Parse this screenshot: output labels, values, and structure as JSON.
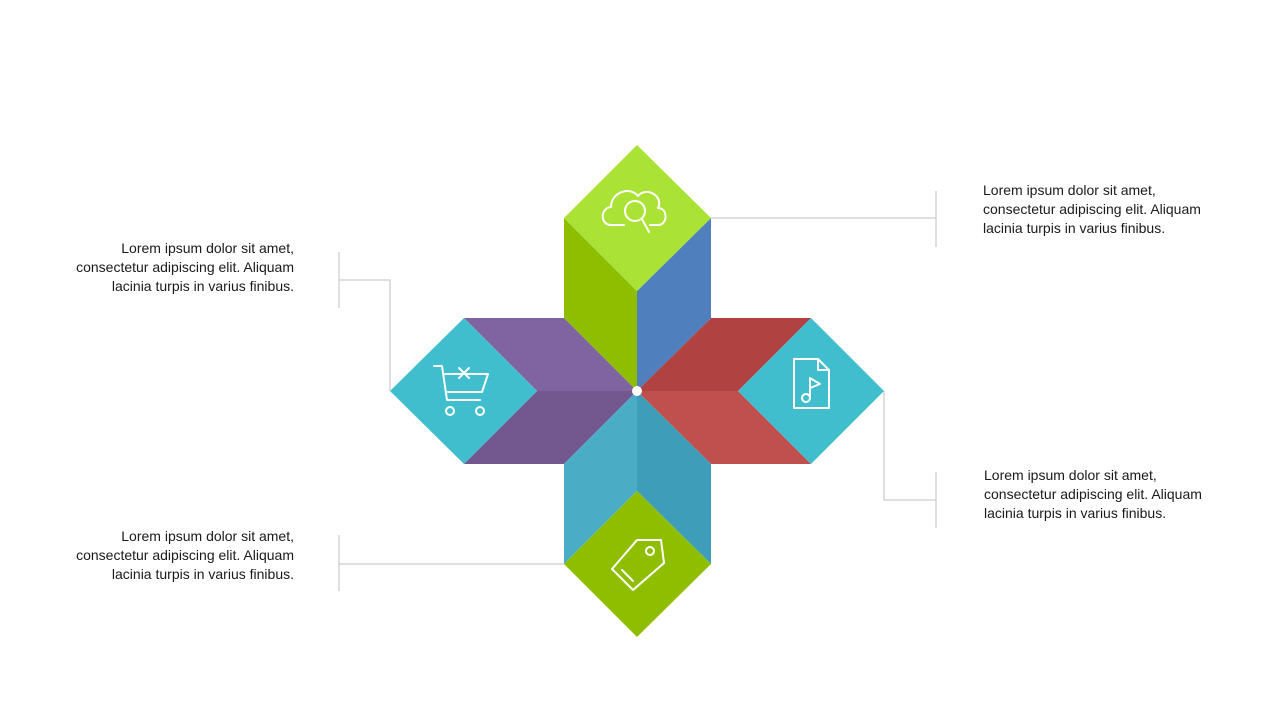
{
  "colors": {
    "green_light": "#ABE236",
    "green": "#8FBE00",
    "blue": "#4F80BD",
    "purple_light": "#8064A2",
    "purple_dark": "#735890",
    "red_dark": "#B04341",
    "red_light": "#C0504D",
    "teal": "#41BECD",
    "teal_blue_light": "#4BACC6",
    "teal_blue_dark": "#3E9DB9",
    "connector": "#BFBFBF"
  },
  "callouts": {
    "top_left": {
      "icon": "shopping-cart-remove-icon",
      "lines": [
        "Lorem ipsum dolor sit amet,",
        "consectetur adipiscing elit. Aliquam",
        "lacinia turpis in varius finibus."
      ]
    },
    "top_right": {
      "icon": "cloud-search-icon",
      "lines": [
        "Lorem ipsum dolor sit amet,",
        "consectetur adipiscing elit. Aliquam",
        "lacinia turpis in varius finibus."
      ]
    },
    "bottom_left": {
      "icon": "price-tag-icon",
      "lines": [
        "Lorem ipsum dolor sit amet,",
        "consectetur adipiscing elit. Aliquam",
        "lacinia turpis in varius finibus."
      ]
    },
    "bottom_right": {
      "icon": "music-file-icon",
      "lines": [
        "Lorem ipsum dolor sit amet,",
        "consectetur adipiscing elit. Aliquam",
        "lacinia turpis in varius finibus."
      ]
    }
  }
}
